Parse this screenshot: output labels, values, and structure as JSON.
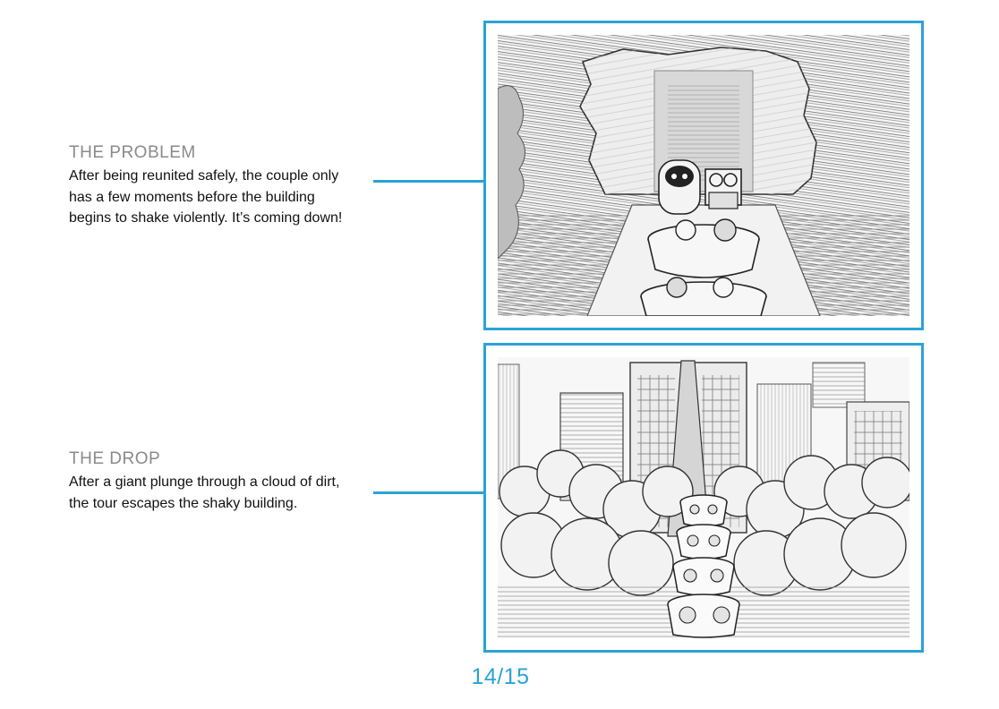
{
  "panels": [
    {
      "heading": "THE PROBLEM",
      "body": "After being reunited safely, the couple only has a few moments before the building begins to shake violently. It’s coming down!"
    },
    {
      "heading": "THE DROP",
      "body": "After a giant plunge through a cloud of dirt, the tour escapes the shaky building."
    }
  ],
  "pagination": {
    "label": "14/15"
  },
  "colors": {
    "accent": "#2aa3d6",
    "heading": "#8a8a8a",
    "body": "#111111"
  }
}
